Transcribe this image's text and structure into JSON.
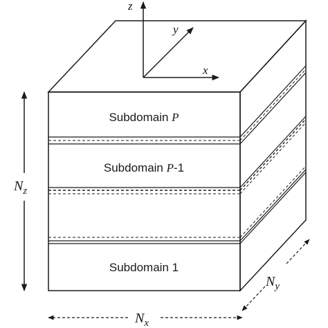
{
  "subdomains": {
    "top": {
      "prefix": "Subdomain ",
      "var": "P",
      "suffix": ""
    },
    "second": {
      "prefix": "Subdomain ",
      "var": "P",
      "suffix": "-1"
    },
    "bottom": {
      "prefix": "Subdomain ",
      "var": "",
      "suffix": "1"
    }
  },
  "axes": {
    "x": "x",
    "y": "y",
    "z": "z"
  },
  "dimensions": {
    "nx": {
      "base": "N",
      "sub": "x"
    },
    "ny": {
      "base": "N",
      "sub": "y"
    },
    "nz": {
      "base": "N",
      "sub": "z"
    }
  }
}
